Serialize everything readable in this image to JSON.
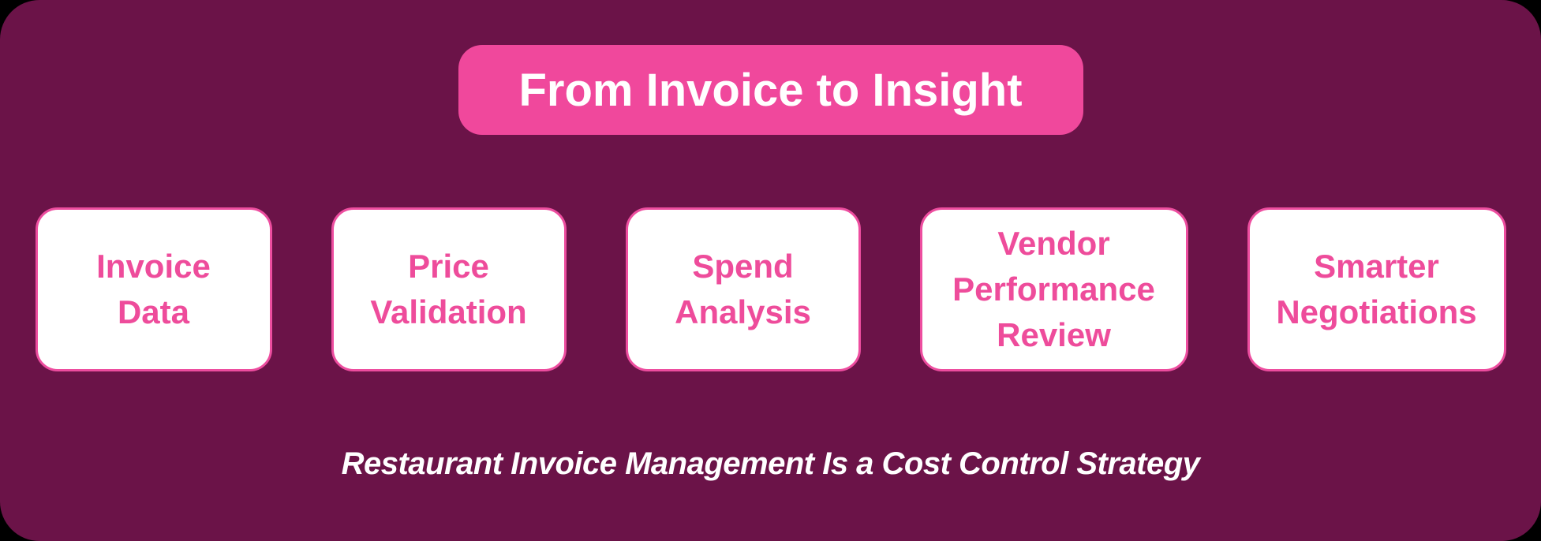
{
  "colors": {
    "background": "#6B1348",
    "accent_pink": "#F0489C",
    "card_text_pink": "#EE4C9B",
    "card_border_pink": "#ED4D9F",
    "card_bg": "#FFFFFF",
    "text_white": "#FFFFFF"
  },
  "header": {
    "title": "From Invoice to Insight"
  },
  "cards": [
    {
      "label": [
        "Invoice",
        "Data"
      ]
    },
    {
      "label": [
        "Price",
        "Validation"
      ]
    },
    {
      "label": [
        "Spend",
        "Analysis"
      ]
    },
    {
      "label": [
        "Vendor",
        "Performance",
        "Review"
      ]
    },
    {
      "label": [
        "Smarter",
        "Negotiations"
      ]
    }
  ],
  "footer": {
    "caption": "Restaurant Invoice Management Is a Cost Control Strategy"
  }
}
